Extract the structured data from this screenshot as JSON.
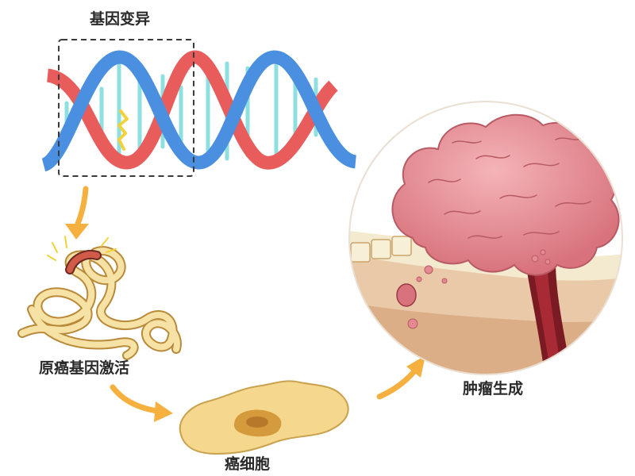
{
  "steps": {
    "mutation": "基因变异",
    "oncogene": "原癌基因激活",
    "cancer_cell": "癌细胞",
    "tumor": "肿瘤生成"
  },
  "colors": {
    "dna_red": "#e85c5c",
    "dna_blue": "#4a8fe0",
    "base_pair": "#8ee0e0",
    "mutation_mark": "#f2d23a",
    "arrow": "#f5b040",
    "gene_strand": "#f7e2a6",
    "cell": "#f5d78e",
    "nucleus": "#d49a3c",
    "tumor": "#e58a92",
    "tissue": "#f4ead0",
    "blood_vessel": "#7a1a22"
  }
}
